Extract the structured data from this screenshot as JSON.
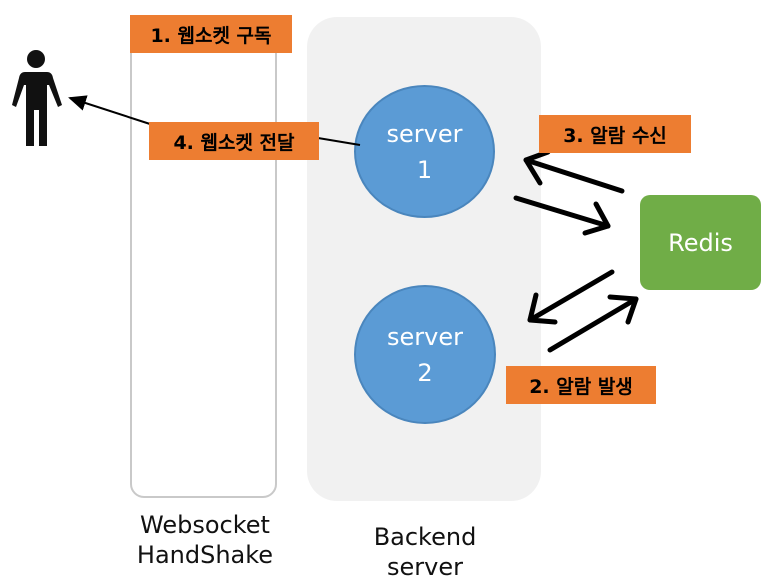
{
  "steps": {
    "subscribe": "1. 웹소켓 구독",
    "publish": "2. 알람 발생",
    "receive": "3. 알람 수신",
    "deliver": "4. 웹소켓 전달"
  },
  "servers": [
    {
      "line1": "server",
      "line2": "1"
    },
    {
      "line1": "server",
      "line2": "2"
    }
  ],
  "redis": "Redis",
  "captions": {
    "handshake_line1": "Websocket",
    "handshake_line2": "HandShake",
    "backend_line1": "Backend",
    "backend_line2": "server"
  },
  "colors": {
    "step_fill": "#ed7d31",
    "server_fill": "#5b9bd5",
    "redis_fill": "#70ad47",
    "backend_panel": "#f1f1f1"
  },
  "icons": {
    "user": "person-icon"
  }
}
